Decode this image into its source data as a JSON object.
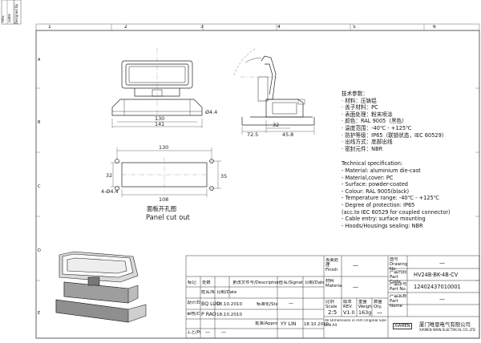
{
  "left_strip": {
    "labels": [
      "Rev.",
      "Date",
      "Designed By"
    ]
  },
  "zone_numbers": [
    "1",
    "2",
    "3",
    "4",
    "5",
    "6"
  ],
  "zone_letters": [
    "A",
    "B",
    "C",
    "D",
    "E"
  ],
  "dimensions": {
    "front": {
      "hole": "Ø4.4",
      "d1": "130",
      "d2": "141"
    },
    "side": {
      "d1": "72.5",
      "d2": "32",
      "d3": "45.8"
    },
    "cut": {
      "top": "130",
      "left": "32",
      "right": "35",
      "bottom": "108",
      "hole": "4-Ø4.4"
    }
  },
  "panel_cut": {
    "cn": "面板开孔图",
    "en": "Panel cut out"
  },
  "spec_cn": {
    "title": "技术参数：",
    "items": [
      "· 材料：压铸铝",
      "· 盖子材料：PC",
      "· 表面处理：粉末喷涂",
      "· 颜色：RAL 9005（黑色）",
      "· 温度范围：-40℃ - +125℃",
      "· 防护等级：IP65（联锁状态，IEC 60529）",
      "· 出线方式：底部出线",
      "· 密封元件：NBR"
    ]
  },
  "spec_en": {
    "title": "Technical specification:",
    "items": [
      "- Material: aluminium die-cast",
      "- Material,cover: PC",
      "- Surface: powder-coated",
      "- Colour: RAL 9005(black)",
      "- Temperature range: -40℃ - +125℃",
      "- Degree of protection: IP65",
      "  (acc.to IEC 60529 for coupled connector)",
      "- Cable entry: surface mounting",
      "- Hoods/Housings sealing: NBR"
    ]
  },
  "title_block": {
    "header": {
      "mark": "标记",
      "number": "处数",
      "change": "更改文件号/Description",
      "sign": "签名/Signature",
      "date": "日期/Date"
    },
    "rows": [
      {
        "role": "设计/Drawn",
        "name": "BQ LUO",
        "date": "18.10.2010"
      },
      {
        "role": "审核/Checked",
        "name": "P RAO",
        "date": "18.10.2010"
      },
      {
        "role": "工艺/Process",
        "name": "—",
        "date": "—"
      }
    ],
    "col_headers": {
      "name": "姓名/Name",
      "date": "日期/Date"
    },
    "standard": {
      "label": "标准化/Stand.",
      "value": "—"
    },
    "approved": {
      "label": "批准/Approved",
      "name": "YY LIN",
      "date": "18.10.2010"
    },
    "finish": {
      "label": "表面处理 Finish",
      "value": "—"
    },
    "material": {
      "label": "材料 Material",
      "value": "—"
    },
    "scale": {
      "label": "比例 Scale",
      "value": "2:5"
    },
    "rev": {
      "label": "版本 REV.",
      "value": "V1.0"
    },
    "weight": {
      "label": "重量 Weight",
      "value": "163g"
    },
    "qty": {
      "label": "数量 Qty.",
      "value": "—"
    },
    "drawing_no": {
      "label": "图号 Drawing No.",
      "value": "—"
    },
    "part_code": {
      "label": "产品代码 Part Code",
      "value": "HV24B-BK-4B-CV"
    },
    "part_no": {
      "label": "产品序号 Part No.",
      "value": "12402437010001"
    },
    "part_name": {
      "label": "产品名称 Part Name",
      "value": "—"
    },
    "note": "All Dimensions in mm Original Size DIN A4",
    "company": {
      "logo": "XIAMEN",
      "name": "厦门唯恩电气有限公司",
      "name_en": "XIAMEN WAIN ELECTRICAL CO.,LTD"
    }
  }
}
